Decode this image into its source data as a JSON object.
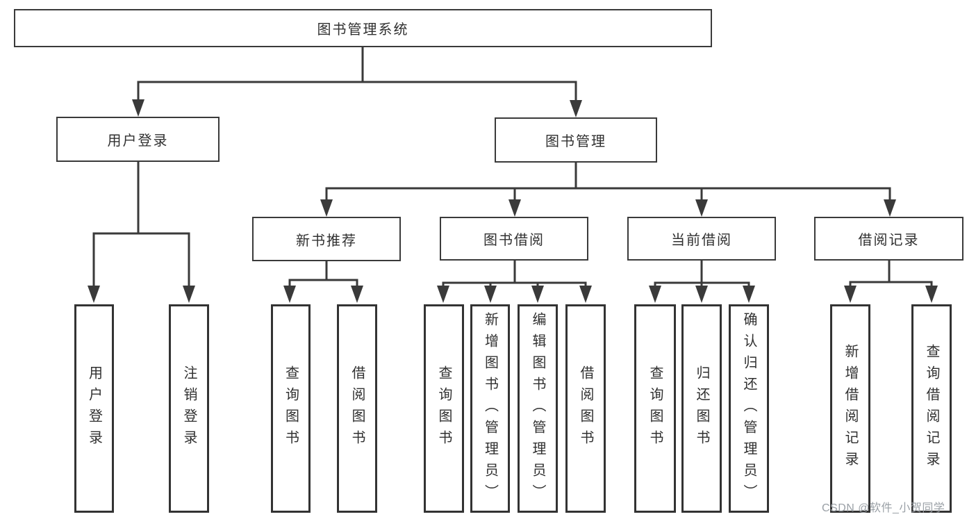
{
  "colors": {
    "line": "#3a3a3a",
    "box_border": "#3a3a3a",
    "text": "#303030",
    "watermark": "#9aa0a6",
    "background": "#ffffff"
  },
  "diagram": {
    "root": {
      "label": "图书管理系统"
    },
    "level1": [
      {
        "id": "user-login",
        "label": "用户登录"
      },
      {
        "id": "book-management",
        "label": "图书管理"
      }
    ],
    "level2": [
      {
        "id": "new-book-recommend",
        "label": "新书推荐"
      },
      {
        "id": "book-borrow",
        "label": "图书借阅"
      },
      {
        "id": "current-borrow",
        "label": "当前借阅"
      },
      {
        "id": "borrow-records",
        "label": "借阅记录"
      }
    ],
    "level3": {
      "user_login": [
        {
          "label": "用户登录"
        },
        {
          "label": "注销登录"
        }
      ],
      "new_book": [
        {
          "label": "查询图书"
        },
        {
          "label": "借阅图书"
        }
      ],
      "book_borrow": [
        {
          "label": "查询图书"
        },
        {
          "label": "新增图书（管理员）"
        },
        {
          "label": "编辑图书（管理员）"
        },
        {
          "label": "借阅图书"
        }
      ],
      "current_borrow": [
        {
          "label": "查询图书"
        },
        {
          "label": "归还图书"
        },
        {
          "label": "确认归还（管理员）"
        }
      ],
      "borrow_records": [
        {
          "label": "新增借阅记录"
        },
        {
          "label": "查询借阅记录"
        }
      ]
    }
  },
  "watermark": {
    "text": "CSDN @软件_小贺同学"
  }
}
